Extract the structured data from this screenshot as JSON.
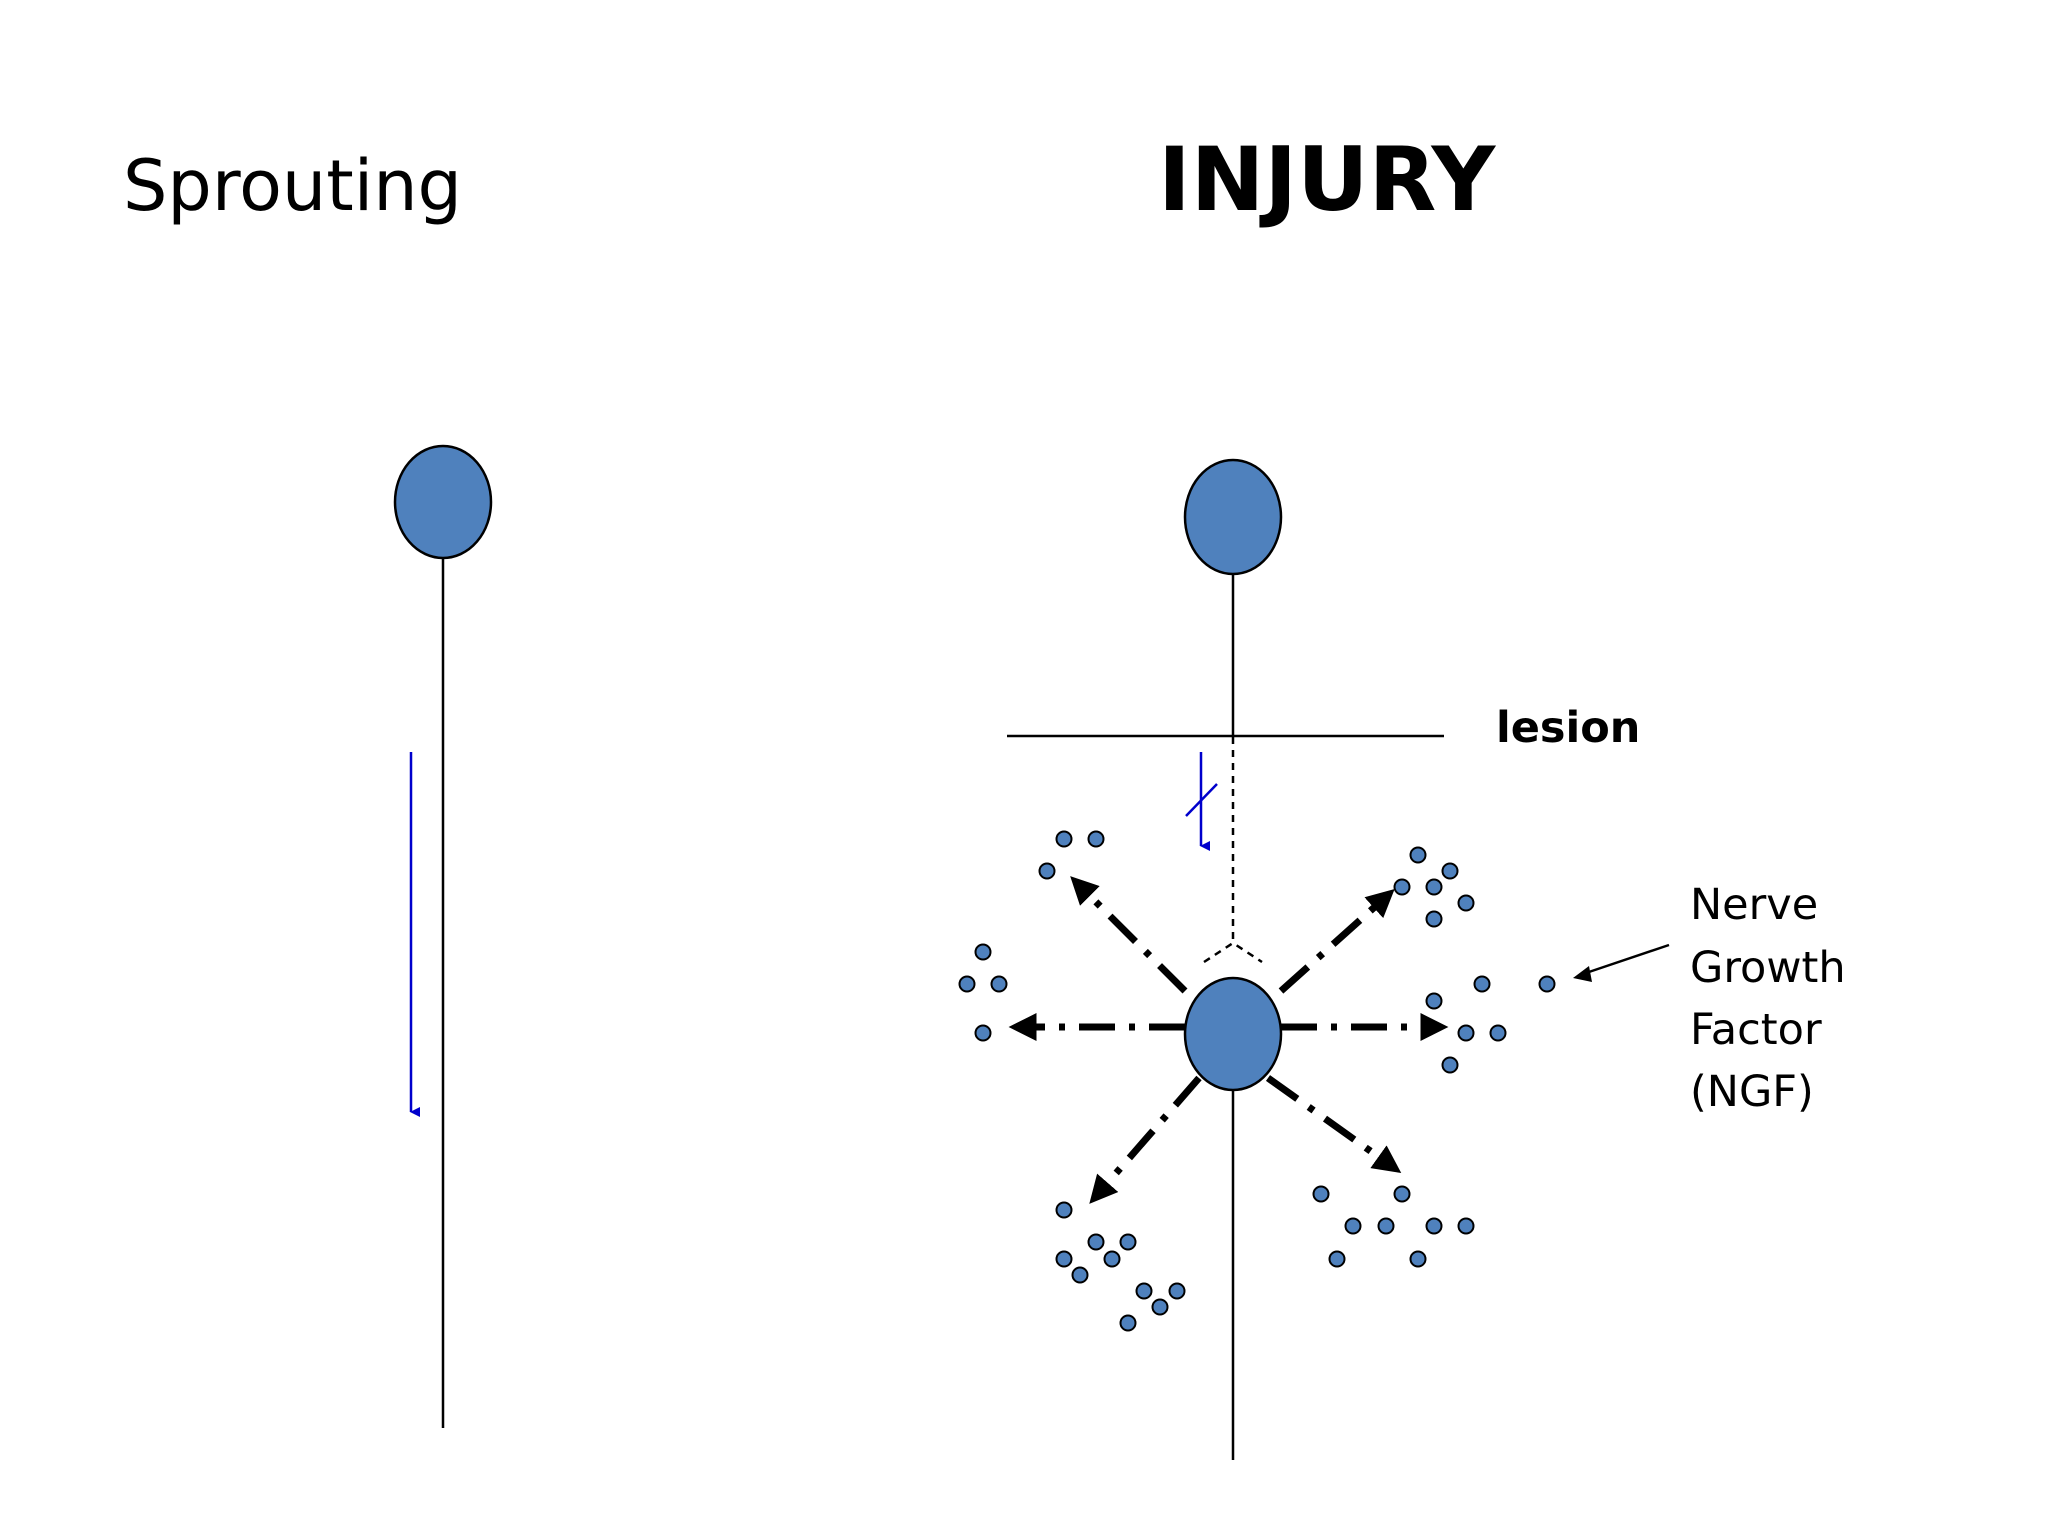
{
  "slide": {
    "title": "Sprouting",
    "injury_title": "INJURY"
  },
  "labels": {
    "lesion": "lesion",
    "ngf_line1": "Nerve",
    "ngf_line2": "Growth",
    "ngf_line3": "Factor",
    "ngf_line4": "(NGF)"
  },
  "colors": {
    "cell_fill": "#4f81bd",
    "outline": "#000000",
    "transport_arrow": "#0000cc"
  }
}
